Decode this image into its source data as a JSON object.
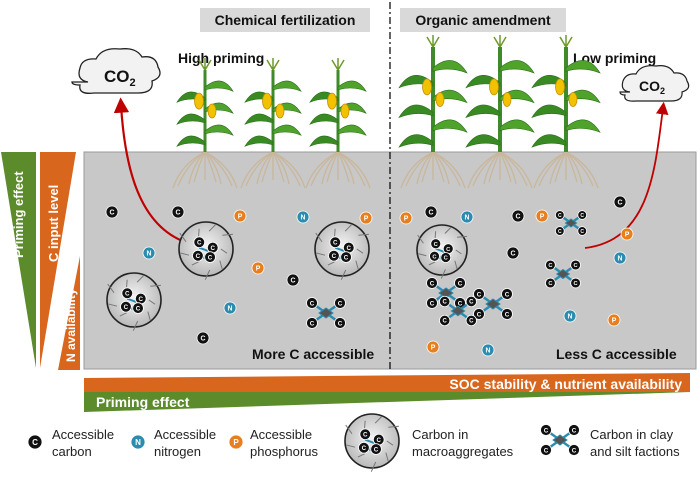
{
  "panels": {
    "left_title": "Chemical fertilization",
    "right_title": "Organic amendment",
    "left_priming": "High priming",
    "right_priming": "Low priming",
    "left_caption": "More C accessible",
    "right_caption": "Less C accessible"
  },
  "gas": {
    "co2_main": "CO",
    "co2_sub": "2"
  },
  "side_labels": {
    "priming_effect": "Priming effect",
    "c_input_level": "C input level",
    "n_availability": "N availability"
  },
  "bottom_bars": {
    "soc_stability": "SOC stability & nutrient availability",
    "priming_effect": "Priming effect"
  },
  "symbols": {
    "carbon": "C",
    "nitrogen": "N",
    "phosphorus": "P"
  },
  "legend": {
    "carbon_line1": "Accessible",
    "carbon_line2": "carbon",
    "nitrogen_line1": "Accessible",
    "nitrogen_line2": "nitrogen",
    "phosphorus_line1": "Accessible",
    "phosphorus_line2": "phosphorus",
    "macro_line1": "Carbon in",
    "macro_line2": "macroaggregates",
    "clay_line1": "Carbon in clay",
    "clay_line2": "and silt factions"
  },
  "colors": {
    "soil": "#c8c8c8",
    "green": "#5b8b2a",
    "orange": "#d9661d",
    "arrow": "#c00000",
    "carbon": "#111111",
    "nitrogen": "#2c8cb0",
    "phosphorus": "#e87f1e"
  }
}
